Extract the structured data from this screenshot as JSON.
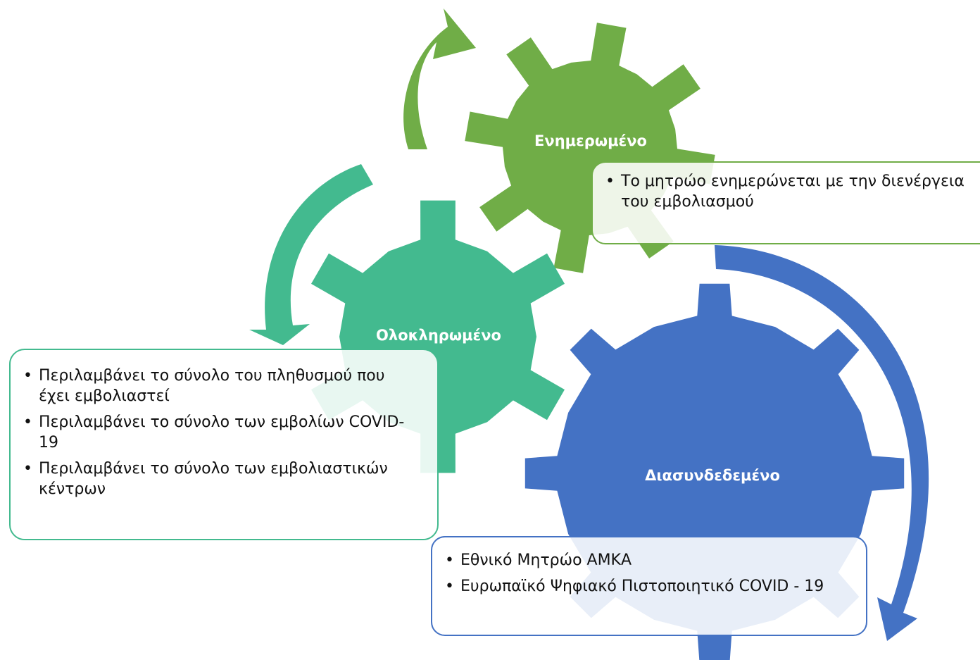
{
  "colors": {
    "green": "#70AD47",
    "teal": "#43BA8F",
    "blue": "#4472C4"
  },
  "gears": {
    "updated": {
      "label": "Ενημερωμένο"
    },
    "complete": {
      "label": "Ολοκληρωμένο"
    },
    "connected": {
      "label": "Διασυνδεδεμένο"
    }
  },
  "boxes": {
    "updated": {
      "items": [
        "Το μητρώο ενημερώνεται με την διενέργεια του εμβολιασμού"
      ]
    },
    "complete": {
      "items": [
        "Περιλαμβάνει το σύνολο του πληθυσμού που έχει εμβολιαστεί",
        "Περιλαμβάνει το σύνολο των εμβολίων COVID-19",
        "Περιλαμβάνει το σύνολο των εμβολιαστικών κέντρων"
      ]
    },
    "connected": {
      "items": [
        "Εθνικό Μητρώο ΑΜΚΑ",
        "Ευρωπαϊκό Ψηφιακό Πιστοποιητικό COVID - 19"
      ]
    }
  }
}
